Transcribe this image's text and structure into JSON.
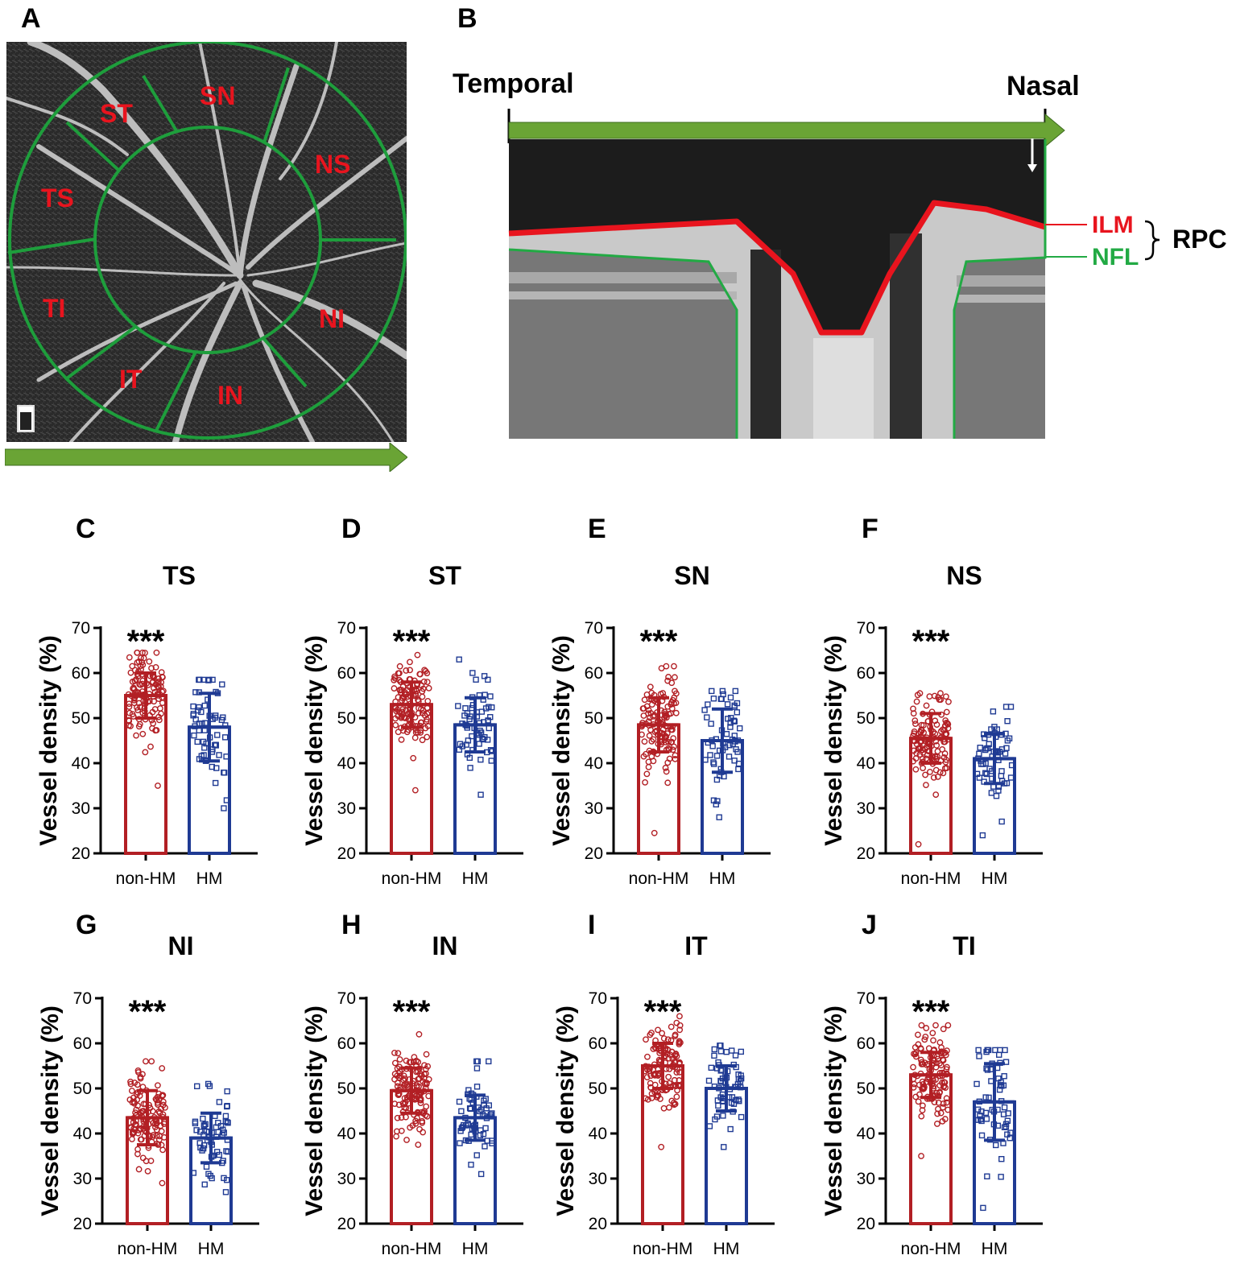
{
  "panel_letters": {
    "A": "A",
    "B": "B",
    "C": "C",
    "D": "D",
    "E": "E",
    "F": "F",
    "G": "G",
    "H": "H",
    "I": "I",
    "J": "J"
  },
  "panelA": {
    "sector_labels": [
      "SN",
      "ST",
      "NS",
      "TS",
      "TI",
      "NI",
      "IT",
      "IN"
    ],
    "colors": {
      "ring": "#1e9e3c",
      "label": "#e8141e",
      "arrow": "#6aa435"
    }
  },
  "panelB": {
    "temporal_label": "Temporal",
    "nasal_label": "Nasal",
    "ilm_label": "ILM",
    "nfl_label": "NFL",
    "rpc_label": "RPC",
    "colors": {
      "ilm": "#e8141e",
      "nfl": "#22aa44",
      "arrow": "#6aa435"
    }
  },
  "colors": {
    "nonhm": "#b21f24",
    "hm": "#1f3a93"
  },
  "chart_data": [
    {
      "panel": "C",
      "type": "bar",
      "title": "TS",
      "ylabel": "Vessel density (%)",
      "categories": [
        "non-HM",
        "HM"
      ],
      "ylim": [
        20,
        70
      ],
      "yticks": [
        20,
        30,
        40,
        50,
        60,
        70
      ],
      "significance": "***",
      "series": [
        {
          "name": "non-HM",
          "mean": 55,
          "sd": 5,
          "min": 35,
          "max": 64.5
        },
        {
          "name": "HM",
          "mean": 48,
          "sd": 7.5,
          "min": 30,
          "max": 58.5
        }
      ]
    },
    {
      "panel": "D",
      "type": "bar",
      "title": "ST",
      "ylabel": "Vessel density (%)",
      "categories": [
        "non-HM",
        "HM"
      ],
      "ylim": [
        20,
        70
      ],
      "yticks": [
        20,
        30,
        40,
        50,
        60,
        70
      ],
      "significance": "***",
      "series": [
        {
          "name": "non-HM",
          "mean": 53,
          "sd": 5,
          "min": 34,
          "max": 64
        },
        {
          "name": "HM",
          "mean": 48.5,
          "sd": 6,
          "min": 33,
          "max": 63
        }
      ]
    },
    {
      "panel": "E",
      "type": "bar",
      "title": "SN",
      "ylabel": "Vessel density (%)",
      "categories": [
        "non-HM",
        "HM"
      ],
      "ylim": [
        20,
        70
      ],
      "yticks": [
        20,
        30,
        40,
        50,
        60,
        70
      ],
      "significance": "***",
      "series": [
        {
          "name": "non-HM",
          "mean": 48.5,
          "sd": 6,
          "min": 24.5,
          "max": 61.5
        },
        {
          "name": "HM",
          "mean": 45,
          "sd": 7,
          "min": 28,
          "max": 56
        }
      ]
    },
    {
      "panel": "F",
      "type": "bar",
      "title": "NS",
      "ylabel": "Vessel density (%)",
      "categories": [
        "non-HM",
        "HM"
      ],
      "ylim": [
        20,
        70
      ],
      "yticks": [
        20,
        30,
        40,
        50,
        60,
        70
      ],
      "significance": "***",
      "series": [
        {
          "name": "non-HM",
          "mean": 45.5,
          "sd": 5.5,
          "min": 22,
          "max": 55.5
        },
        {
          "name": "HM",
          "mean": 41,
          "sd": 5.5,
          "min": 24,
          "max": 52.5
        }
      ]
    },
    {
      "panel": "G",
      "type": "bar",
      "title": "NI",
      "ylabel": "Vessel density (%)",
      "categories": [
        "non-HM",
        "HM"
      ],
      "ylim": [
        20,
        70
      ],
      "yticks": [
        20,
        30,
        40,
        50,
        60,
        70
      ],
      "significance": "***",
      "series": [
        {
          "name": "non-HM",
          "mean": 43.5,
          "sd": 6,
          "min": 29,
          "max": 56
        },
        {
          "name": "HM",
          "mean": 39,
          "sd": 5.5,
          "min": 27,
          "max": 51
        }
      ]
    },
    {
      "panel": "H",
      "type": "bar",
      "title": "IN",
      "ylabel": "Vessel density (%)",
      "categories": [
        "non-HM",
        "HM"
      ],
      "ylim": [
        20,
        70
      ],
      "yticks": [
        20,
        30,
        40,
        50,
        60,
        70
      ],
      "significance": "***",
      "series": [
        {
          "name": "non-HM",
          "mean": 49.5,
          "sd": 5,
          "min": 37.5,
          "max": 62
        },
        {
          "name": "HM",
          "mean": 43.5,
          "sd": 5,
          "min": 31,
          "max": 56
        }
      ]
    },
    {
      "panel": "I",
      "type": "bar",
      "title": "IT",
      "ylabel": "Vessel density (%)",
      "categories": [
        "non-HM",
        "HM"
      ],
      "ylim": [
        20,
        70
      ],
      "yticks": [
        20,
        30,
        40,
        50,
        60,
        70
      ],
      "significance": "***",
      "series": [
        {
          "name": "non-HM",
          "mean": 55,
          "sd": 5,
          "min": 37,
          "max": 66
        },
        {
          "name": "HM",
          "mean": 50,
          "sd": 5,
          "min": 37,
          "max": 59.5
        }
      ]
    },
    {
      "panel": "J",
      "type": "bar",
      "title": "TI",
      "ylabel": "Vessel density (%)",
      "categories": [
        "non-HM",
        "HM"
      ],
      "ylim": [
        20,
        70
      ],
      "yticks": [
        20,
        30,
        40,
        50,
        60,
        70
      ],
      "significance": "***",
      "series": [
        {
          "name": "non-HM",
          "mean": 53,
          "sd": 5,
          "min": 35,
          "max": 64
        },
        {
          "name": "HM",
          "mean": 47,
          "sd": 8.5,
          "min": 23.5,
          "max": 58.5
        }
      ]
    }
  ]
}
